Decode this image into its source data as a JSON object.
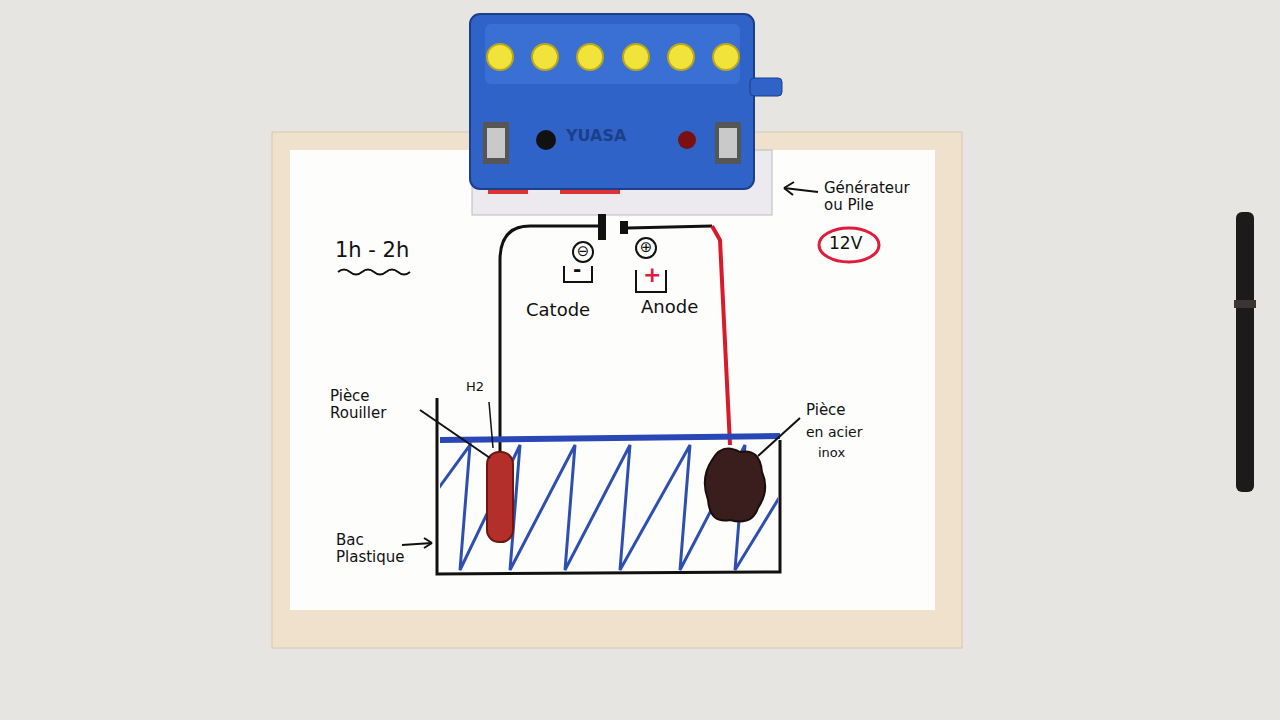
{
  "diagram": {
    "labels": [
      "YUASA",
      "1h - 2h",
      "⊖",
      "⊕",
      "-",
      "+",
      "Catode",
      "Anode",
      "Générateur ou Pile",
      "12V",
      "H2",
      "Pièce Rouiller",
      "Bac Plastique",
      "Pièce",
      "en acier",
      "inox"
    ]
  }
}
